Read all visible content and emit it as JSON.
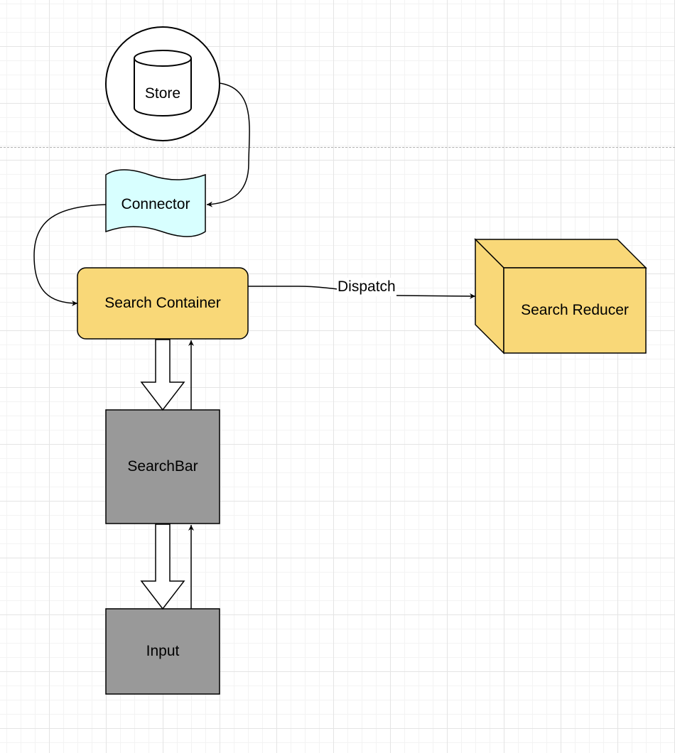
{
  "colors": {
    "container": "#f9d878",
    "reducer": "#f9d878",
    "connector": "#d8ffff",
    "component": "#999999",
    "stroke": "#000000"
  },
  "nodes": {
    "store": {
      "label": "Store",
      "shape": "cylinder-in-circle"
    },
    "connector": {
      "label": "Connector",
      "shape": "tape"
    },
    "search_container": {
      "label": "Search Container",
      "shape": "rounded-rectangle"
    },
    "search_reducer": {
      "label": "Search Reducer",
      "shape": "cube"
    },
    "search_bar": {
      "label": "SearchBar",
      "shape": "rectangle"
    },
    "input": {
      "label": "Input",
      "shape": "rectangle"
    }
  },
  "edges": {
    "store_to_connector": {
      "from": "store",
      "to": "connector",
      "style": "curved-arrow"
    },
    "connector_to_container": {
      "from": "connector",
      "to": "search_container",
      "style": "curved-arrow"
    },
    "dispatch": {
      "from": "search_container",
      "to": "search_reducer",
      "label": "Dispatch",
      "style": "arrow"
    },
    "container_to_searchbar": {
      "from": "search_container",
      "to": "search_bar",
      "style": "block-arrow"
    },
    "searchbar_to_container": {
      "from": "search_bar",
      "to": "search_container",
      "style": "arrow"
    },
    "searchbar_to_input": {
      "from": "search_bar",
      "to": "input",
      "style": "block-arrow"
    },
    "input_to_searchbar": {
      "from": "input",
      "to": "search_bar",
      "style": "arrow"
    }
  }
}
